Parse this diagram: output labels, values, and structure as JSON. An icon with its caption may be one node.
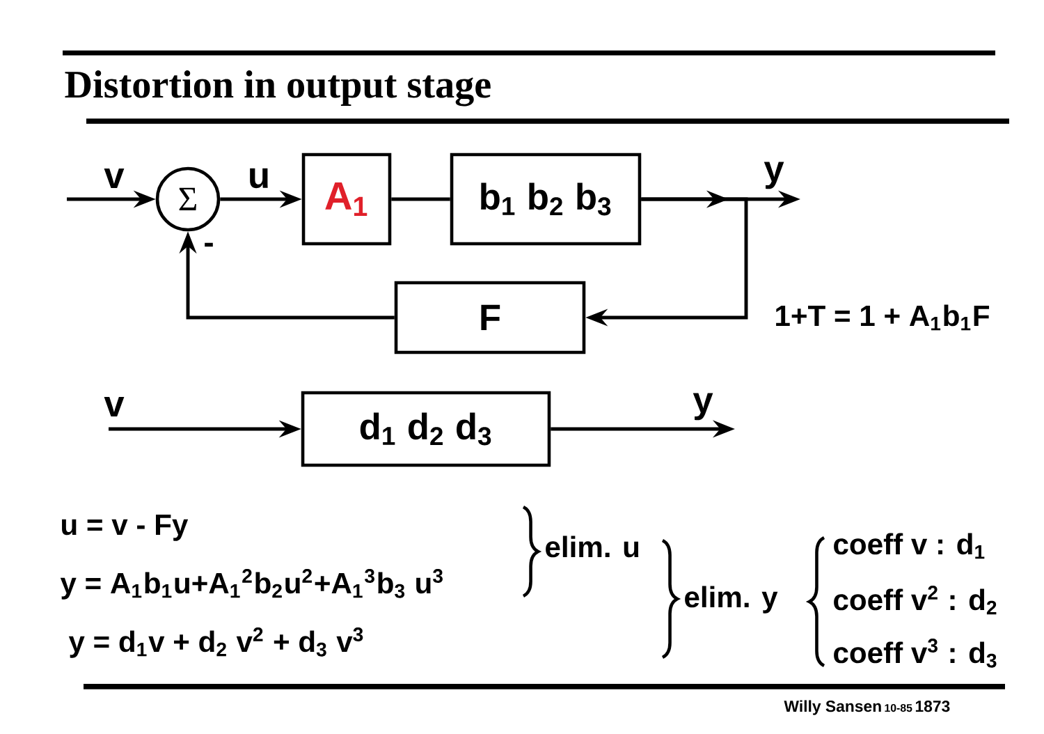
{
  "diagram": {
    "title": "Distortion in output stage",
    "nodes": [
      {
        "text": [
          "Σ"
        ],
        "beside": [
          "-"
        ]
      },
      {
        "text": [
          "A$_{1}$"
        ]
      },
      {
        "text": [
          "b$_{1}$  b$_{2}$  b$_{3}$"
        ]
      },
      {
        "text": [
          "F"
        ]
      },
      {
        "text": [
          "d$_{1}$ d$_{2}$  d$_{3}$"
        ]
      }
    ],
    "edges": [
      {
        "from": null,
        "to": 0,
        "arrow": "to",
        "label": "v"
      },
      {
        "from": 0,
        "to": 1,
        "arrow": "to",
        "label": "u"
      },
      {
        "from": 1,
        "to": 2,
        "arrow": "none"
      },
      {
        "from": 2,
        "to": null,
        "arrow": "to",
        "label": "y"
      },
      {
        "from": 2,
        "to": 3,
        "arrow": "to"
      },
      {
        "from": 3,
        "to": 0,
        "arrow": "to"
      },
      {
        "from": null,
        "to": 4,
        "arrow": "to",
        "label": "v"
      },
      {
        "from": 4,
        "to": null,
        "arrow": "to",
        "label": "y"
      }
    ],
    "labels": [
      "1+T = 1 + A$_{1}$b$_{1}$F",
      "u = v - Fy",
      "y = A$_{1}$b$_{1}$u+A$_{1}$$^{2}$b$_{2}$u$^{2}$+A$_{1}$$^{3}$b$_{3}$ u$^{3}$",
      "elim. u",
      "y = d$_{1}$v + d$_{2}$ v$^{2}$ + d$_{3}$ v$^{3}$",
      "elim. y",
      "coeff v  : d$_{1}$",
      "coeff v$^{2}$ : d$_{2}$",
      "coeff v$^{3}$ : d$_{3}$",
      "Willy Sansen",
      "10-85",
      "1873"
    ]
  }
}
